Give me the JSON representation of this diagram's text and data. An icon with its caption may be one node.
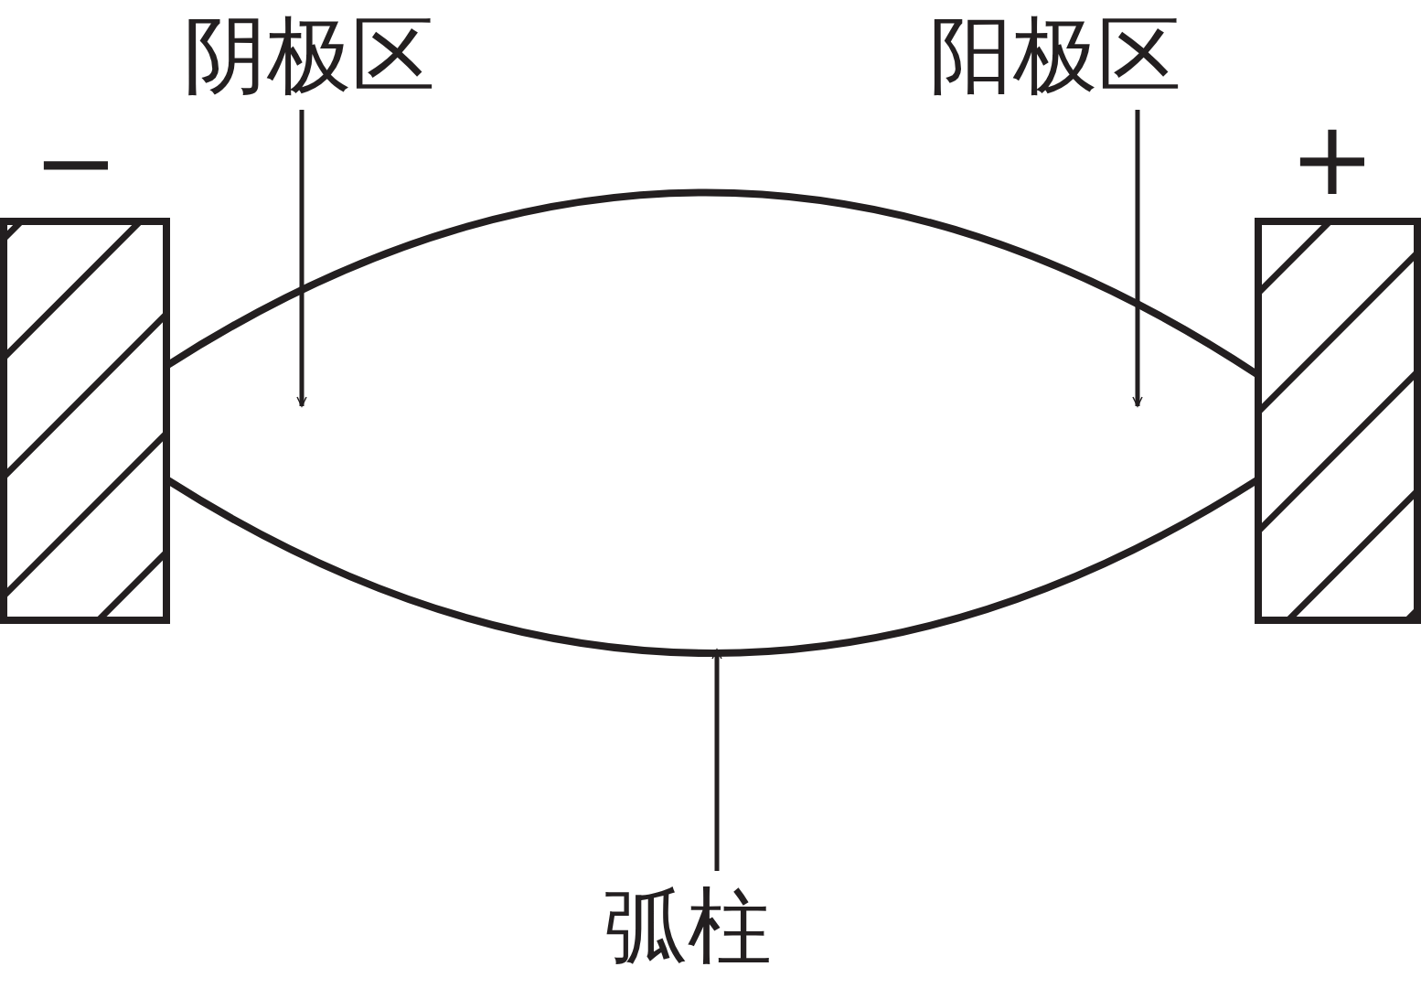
{
  "diagram": {
    "nodes": [
      {
        "text": [
          "阴极区"
        ]
      },
      {
        "text": [
          "阳极区"
        ]
      },
      {
        "text": [
          "弧柱"
        ]
      },
      {
        "text": [],
        "shape": "lens"
      }
    ],
    "edges": [
      {
        "from": 0,
        "to": 3,
        "arrow": "to"
      },
      {
        "from": 1,
        "to": 3,
        "arrow": "to"
      },
      {
        "from": 2,
        "to": 3,
        "arrow": "to"
      }
    ],
    "labels": [
      "−",
      "+"
    ]
  }
}
